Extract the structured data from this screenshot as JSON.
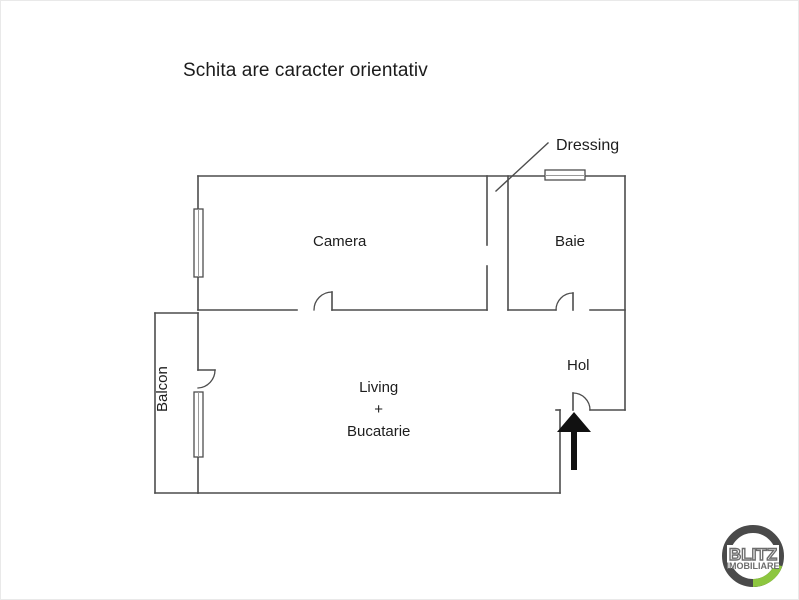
{
  "plan": {
    "title": "Schita are caracter orientativ",
    "rooms": [
      {
        "name": "Camera",
        "label": "Camera"
      },
      {
        "name": "Baie",
        "label": "Baie"
      },
      {
        "name": "Hol",
        "label": "Hol"
      },
      {
        "name": "Balcon",
        "label": "Balcon"
      },
      {
        "name": "Dressing",
        "label": "Dressing"
      }
    ],
    "living_label_lines": [
      "Living",
      "+",
      "Bucatarie"
    ],
    "living_line_1": "Living",
    "living_line_2": "+",
    "living_line_3": "Bucatarie",
    "colors": {
      "wall": "#4d4d4d",
      "background": "#ffffff",
      "text": "#1d1d1d",
      "border": "#e9e9e9",
      "entry_arrow": "#111111",
      "logo_ring": "#4a4a4a",
      "logo_accent": "#8dc63f",
      "logo_text": "#6d6d6d"
    },
    "entry_marker": "entrance-arrow"
  },
  "logo": {
    "primary_text": "BLITZ",
    "secondary_text": "IMOBILIARE"
  }
}
